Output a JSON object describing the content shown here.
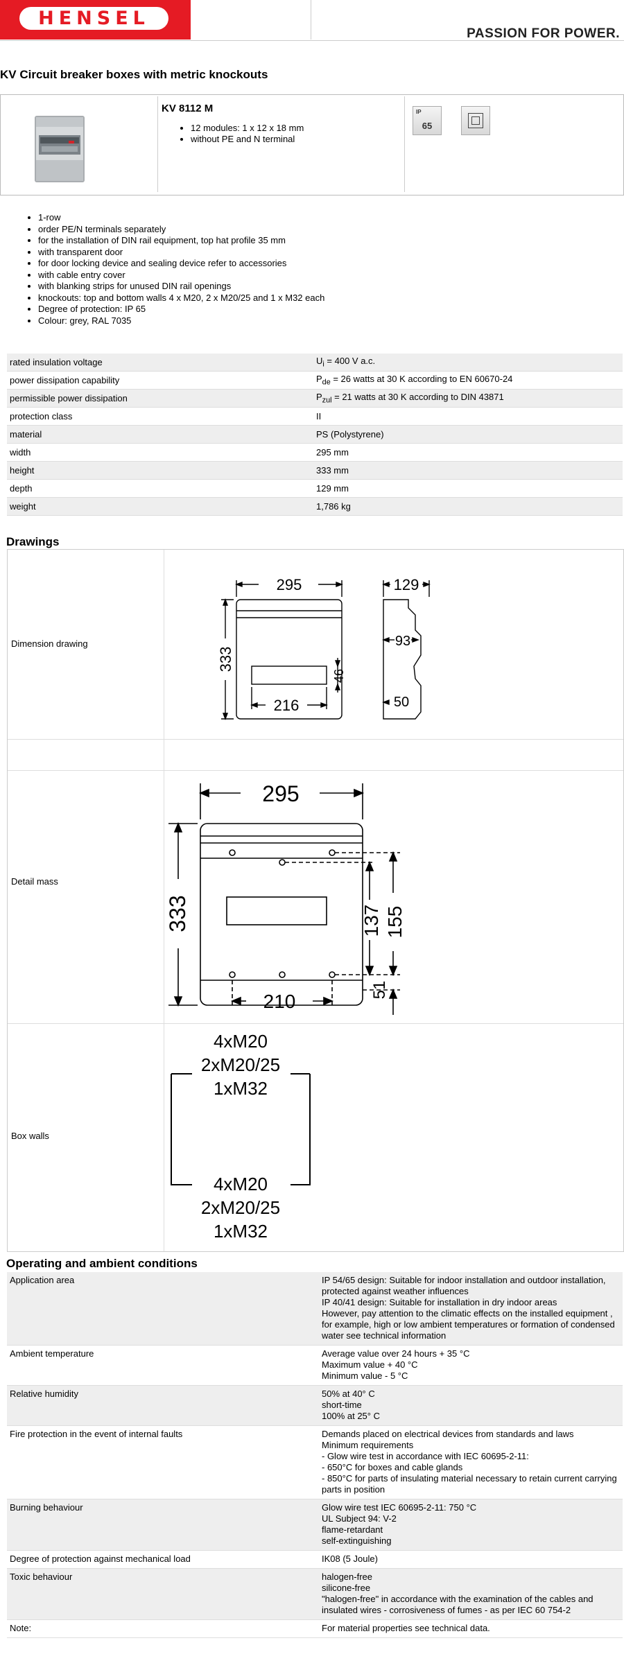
{
  "brand": {
    "logo": "HENSEL",
    "slogan": "PASSION FOR POWER."
  },
  "title": "KV Circuit breaker boxes with metric knockouts",
  "product": {
    "name": "KV 8112 M",
    "bullets": [
      "12 modules: 1 x 12 x 18 mm",
      "without PE and N terminal"
    ],
    "ip_badge": {
      "top": "IP",
      "value": "65"
    }
  },
  "features": [
    "1-row",
    "order PE/N terminals separately",
    "for the installation of DIN rail equipment, top hat profile 35 mm",
    "with transparent door",
    "for door locking device and sealing device refer to accessories",
    "with cable entry cover",
    "with blanking strips for unused DIN rail openings",
    "knockouts: top and bottom walls 4 x M20, 2 x M20/25 and 1 x M32 each",
    "Degree of protection: IP 65",
    "Colour: grey, RAL 7035"
  ],
  "specs": [
    {
      "label": "rated insulation voltage",
      "sym": "U",
      "sub": "i",
      "value": " = 400 V a.c."
    },
    {
      "label": "power dissipation capability",
      "sym": "P",
      "sub": "de",
      "value": " = 26 watts at 30 K according to EN 60670-24"
    },
    {
      "label": "permissible power dissipation",
      "sym": "P",
      "sub": "zul",
      "value": " = 21 watts at 30 K according to DIN 43871"
    },
    {
      "label": "protection class",
      "sym": "",
      "sub": "",
      "value": "II"
    },
    {
      "label": "material",
      "sym": "",
      "sub": "",
      "value": "PS (Polystyrene)"
    },
    {
      "label": "width",
      "sym": "",
      "sub": "",
      "value": "295 mm"
    },
    {
      "label": "height",
      "sym": "",
      "sub": "",
      "value": "333 mm"
    },
    {
      "label": "depth",
      "sym": "",
      "sub": "",
      "value": "129 mm"
    },
    {
      "label": "weight",
      "sym": "",
      "sub": "",
      "value": "1,786 kg"
    }
  ],
  "drawings": {
    "heading": "Drawings",
    "dimension_label": "Dimension drawing",
    "detail_label": "Detail mass",
    "walls_label": "Box walls",
    "dim": {
      "w": "295",
      "d": "129",
      "h": "333",
      "inner_w": "216",
      "inner_h": "46",
      "d2": "93",
      "d3": "50"
    },
    "detail": {
      "w": "295",
      "h": "333",
      "a": "137",
      "b": "155",
      "c": "51",
      "pitch": "210"
    },
    "walls": {
      "l1": "4xM20",
      "l2": "2xM20/25",
      "l3": "1xM32"
    }
  },
  "operating": {
    "heading": "Operating and ambient conditions",
    "rows": [
      {
        "label": "Application area",
        "lines": [
          "IP 54/65 design: Suitable for indoor installation and outdoor installation, protected against weather influences",
          "IP 40/41 design: Suitable for installation in dry indoor areas",
          "However, pay attention to the climatic effects on the installed equipment , for example, high or low ambient temperatures or formation of condensed water see technical information"
        ]
      },
      {
        "label": "Ambient temperature",
        "lines": [
          "Average value over 24 hours + 35 °C",
          "Maximum value + 40 °C",
          "Minimum value - 5 °C"
        ]
      },
      {
        "label": "Relative humidity",
        "lines": [
          "50% at 40° C",
          "short-time",
          "100% at 25° C"
        ]
      },
      {
        "label": "Fire protection in the event of internal faults",
        "lines": [
          "Demands placed on electrical devices from standards and laws",
          "Minimum requirements",
          "- Glow wire test in accordance with IEC 60695-2-11:",
          "- 650°C for boxes and cable glands",
          "- 850°C for parts of insulating material necessary to retain current carrying parts in position"
        ]
      },
      {
        "label": "Burning behaviour",
        "lines": [
          "Glow wire test IEC 60695-2-11: 750 °C",
          "UL Subject 94: V-2",
          "flame-retardant",
          "self-extinguishing"
        ]
      },
      {
        "label": "Degree of protection against mechanical load",
        "lines": [
          "IK08 (5 Joule)"
        ]
      },
      {
        "label": "Toxic behaviour",
        "lines": [
          "halogen-free",
          "silicone-free",
          "\"halogen-free\" in accordance with the examination of the cables and insulated wires - corrosiveness of fumes - as per IEC 60 754-2"
        ]
      },
      {
        "label": "Note:",
        "lines": [
          "For material properties see technical data."
        ]
      }
    ]
  }
}
